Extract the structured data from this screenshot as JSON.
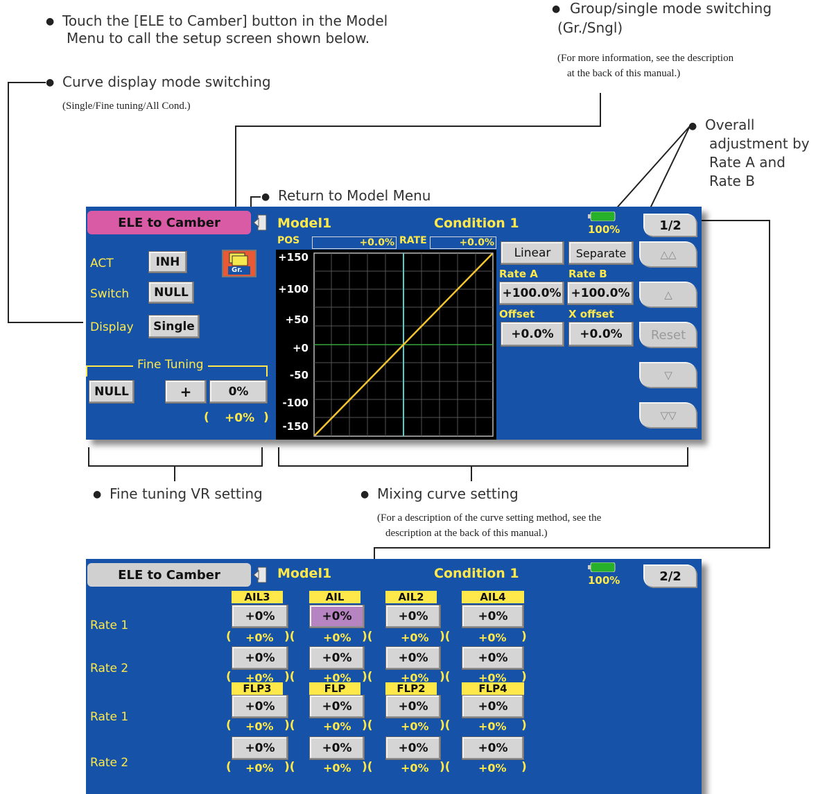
{
  "annotations": {
    "touch_line1": "Touch the [ELE to Camber] button in the Model",
    "touch_line2": "Menu to call the setup screen shown below.",
    "group_line1": "Group/single mode switching",
    "group_line2": "(Gr./Sngl)",
    "group_note1": "(For more information, see the description",
    "group_note2": "at the back of this manual.)",
    "curve_display": "Curve display mode switching",
    "curve_display_note": "(Single/Fine tuning/All Cond.)",
    "overall_line1": "Overall",
    "overall_line2": "adjustment by",
    "overall_line3": "Rate A and",
    "overall_line4": "Rate B",
    "return_menu": "Return to Model Menu",
    "fine_tuning_vr": "Fine tuning VR setting",
    "mixing_curve": "Mixing curve setting",
    "mixing_note1": "(For a description of the curve setting method, see the",
    "mixing_note2": "description at the back of this manual.)"
  },
  "screen1": {
    "title": "ELE to Camber",
    "model": "Model1",
    "condition": "Condition 1",
    "battery": "100%",
    "page": "1/2",
    "act_label": "ACT",
    "act_value": "INH",
    "group_icon": "Gr.",
    "switch_label": "Switch",
    "switch_value": "NULL",
    "display_label": "Display",
    "display_value": "Single",
    "fine_tuning_title": "Fine Tuning",
    "fine_null": "NULL",
    "fine_plus": "+",
    "fine_pct": "0%",
    "fine_open": "(",
    "fine_readout": "+0%",
    "fine_close": ")",
    "pos_label": "POS",
    "pos_value": "+0.0%",
    "rate_label": "RATE",
    "rate_value": "+0.0%",
    "ticks": [
      "+150",
      "+100",
      "+50",
      "+0",
      "-50",
      "-100",
      "-150"
    ],
    "linear": "Linear",
    "separate": "Separate",
    "rate_a_label": "Rate A",
    "rate_b_label": "Rate B",
    "rate_a_value": "+100.0%",
    "rate_b_value": "+100.0%",
    "offset_label": "Offset",
    "x_offset_label": "X offset",
    "offset_value": "+0.0%",
    "x_offset_value": "+0.0%",
    "btn_up2": "△△",
    "btn_up": "△",
    "btn_reset": "Reset",
    "btn_down": "▽",
    "btn_down2": "▽▽"
  },
  "screen2": {
    "title": "ELE to Camber",
    "model": "Model1",
    "condition": "Condition 1",
    "battery": "100%",
    "page": "2/2",
    "groups": [
      {
        "headers": [
          "AIL3",
          "AIL",
          "AIL2",
          "AIL4"
        ],
        "rows": [
          {
            "label": "Rate 1",
            "values": [
              "+0%",
              "+0%",
              "+0%",
              "+0%"
            ],
            "readouts": [
              "+0%",
              "+0%",
              "+0%",
              "+0%"
            ]
          },
          {
            "label": "Rate 2",
            "values": [
              "+0%",
              "+0%",
              "+0%",
              "+0%"
            ],
            "readouts": [
              "+0%",
              "+0%",
              "+0%",
              "+0%"
            ]
          }
        ]
      },
      {
        "headers": [
          "FLP3",
          "FLP",
          "FLP2",
          "FLP4"
        ],
        "rows": [
          {
            "label": "Rate 1",
            "values": [
              "+0%",
              "+0%",
              "+0%",
              "+0%"
            ],
            "readouts": [
              "+0%",
              "+0%",
              "+0%",
              "+0%"
            ]
          },
          {
            "label": "Rate 2",
            "values": [
              "+0%",
              "+0%",
              "+0%",
              "+0%"
            ],
            "readouts": [
              "+0%",
              "+0%",
              "+0%",
              "+0%"
            ]
          }
        ]
      }
    ]
  },
  "colors": {
    "screen_bg": "#1652a8",
    "highlight_yellow": "#ffe94a",
    "title_active": "#d95ba6",
    "title_inactive": "#d0d0d0",
    "curve_line": "#f5c531",
    "center_axis": "#4fd0d0"
  }
}
